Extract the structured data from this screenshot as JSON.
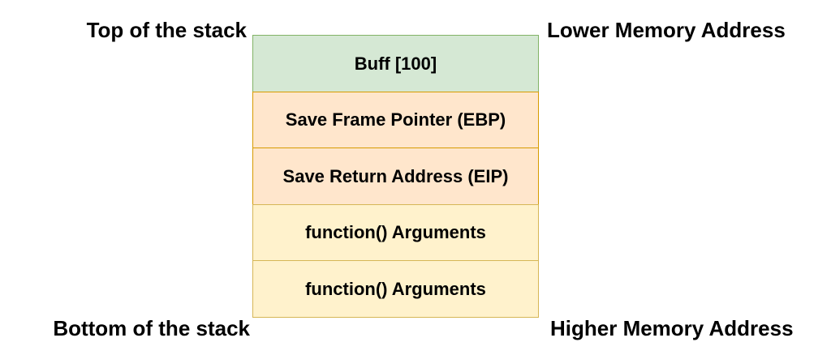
{
  "labels": {
    "top_left": "Top of the stack",
    "top_right": "Lower Memory Address",
    "bottom_left": "Bottom of the stack",
    "bottom_right": "Higher Memory Address"
  },
  "stack": [
    {
      "label": "Buff [100]",
      "fill": "#d5e8d4",
      "border": "#82b366"
    },
    {
      "label": "Save Frame Pointer (EBP)",
      "fill": "#ffe6cc",
      "border": "#d79b00"
    },
    {
      "label": "Save Return Address (EIP)",
      "fill": "#ffe6cc",
      "border": "#d79b00"
    },
    {
      "label": "function() Arguments",
      "fill": "#fff2cc",
      "border": "#d6b656"
    },
    {
      "label": "function() Arguments",
      "fill": "#fff2cc",
      "border": "#d6b656"
    }
  ]
}
